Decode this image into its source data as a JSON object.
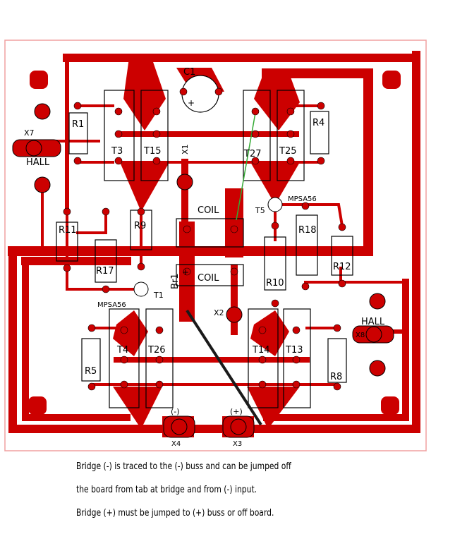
{
  "colors": {
    "trace": "#cc0000",
    "outline": "#f4a6a6",
    "outline_stroke": "#e05a5a",
    "pad_hole": "#cc0000",
    "silkscreen": "#000000",
    "jumper": "#222222",
    "jumper_green": "#33aa33"
  },
  "components": {
    "C1": "C1",
    "C1_plus": "+",
    "R1": "R1",
    "R4": "R4",
    "R5": "R5",
    "R8": "R8",
    "R9": "R9",
    "R10": "R10",
    "R11": "R11",
    "R12": "R12",
    "R17": "R17",
    "R18": "R18",
    "T1": "T1",
    "T3": "T3",
    "T4": "T4",
    "T5": "T5",
    "T13": "T13",
    "T14": "T14",
    "T15": "T15",
    "T25": "T25",
    "T26": "T26",
    "T27": "T27",
    "X1": "X1",
    "X2": "X2",
    "X3": "X3",
    "X4": "X4",
    "X7": "X7",
    "X8": "X8",
    "Br1": "Br1",
    "coil_top": "COIL",
    "coil_bottom": "COIL",
    "coil_plus": "+",
    "hall_left": "HALL",
    "hall_right": "HALL",
    "mpsa_top": "MPSA56",
    "mpsa_bottom": "MPSA56",
    "minus_tab": "(-)",
    "plus_tab": "(+)"
  },
  "notes": [
    "Bridge (-) is traced to the (-) buss and can be jumped off",
    "the board from tab at bridge and from (-) input.",
    "Bridge (+) must be jumped to (+) buss or off board."
  ]
}
